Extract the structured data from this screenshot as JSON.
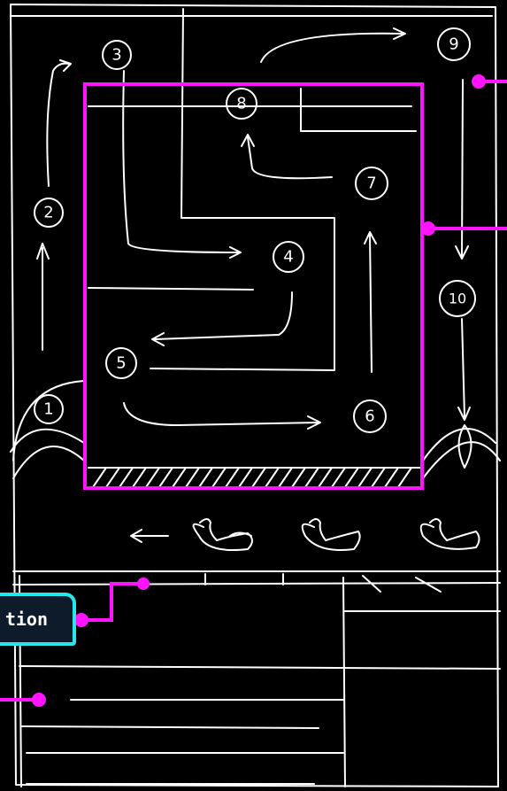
{
  "callout": {
    "label": "tion"
  },
  "steps": [
    {
      "id": "step-1",
      "number": "1"
    },
    {
      "id": "step-2",
      "number": "2"
    },
    {
      "id": "step-3",
      "number": "3"
    },
    {
      "id": "step-4",
      "number": "4"
    },
    {
      "id": "step-5",
      "number": "5"
    },
    {
      "id": "step-6",
      "number": "6"
    },
    {
      "id": "step-7",
      "number": "7"
    },
    {
      "id": "step-8",
      "number": "8"
    },
    {
      "id": "step-9",
      "number": "9"
    },
    {
      "id": "step-10",
      "number": "10"
    }
  ],
  "colors": {
    "chalk": "#ffffff",
    "highlight": "#ff14ff",
    "callout_border": "#27e7ee",
    "callout_fill": "#0d1b2a",
    "background": "#000000"
  }
}
